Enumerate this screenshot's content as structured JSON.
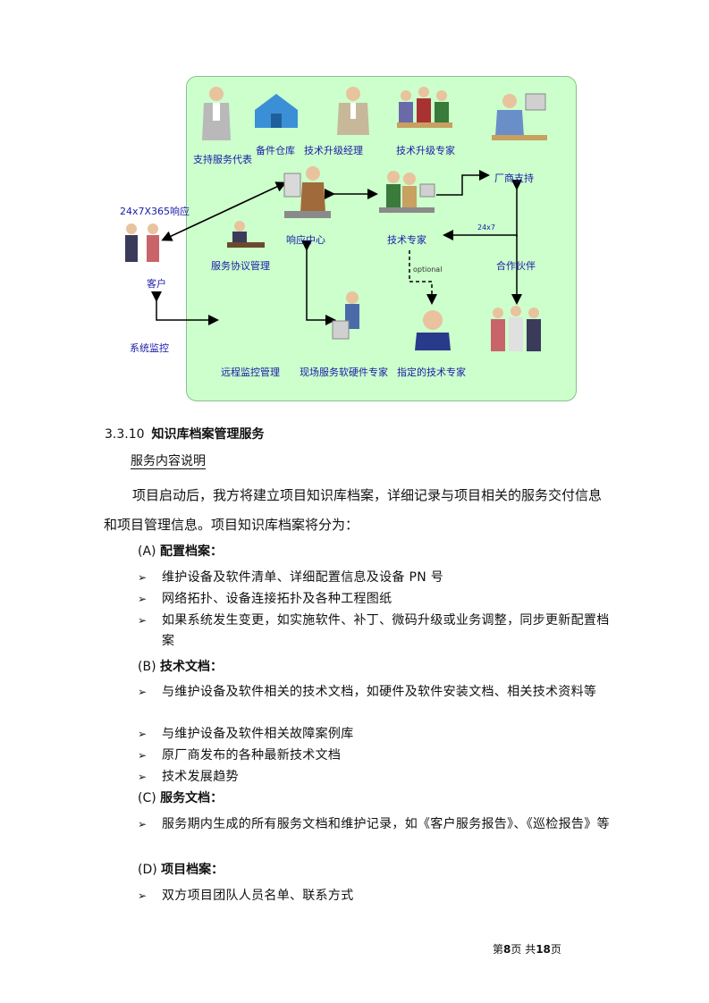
{
  "diagram": {
    "labels": {
      "support_rep": "支持服务代表",
      "spare_warehouse": "备件仓库",
      "upgrade_manager": "技术升级经理",
      "upgrade_expert": "技术升级专家",
      "vendor_support": "厂商支持",
      "response_label": "24x7X365响应",
      "response_center": "响应中心",
      "tech_expert": "技术专家",
      "sla_mgmt": "服务协议管理",
      "customer": "客户",
      "optional": "optional",
      "partner": "合作伙伴",
      "hours_24x7": "24x7",
      "system_monitor": "系统监控",
      "remote_monitor": "远程监控管理",
      "onsite_expert": "现场服务软硬件专家",
      "assigned_expert": "指定的技术专家"
    }
  },
  "section": {
    "number": "3.3.10",
    "title": "知识库档案管理服务",
    "subheading": "服务内容说明",
    "intro": "项目启动后，我方将建立项目知识库档案，详细记录与项目相关的服务交付信息和项目管理信息。项目知识库档案将分为："
  },
  "categories": [
    {
      "tag": "(A)",
      "title": "配置档案：",
      "items": [
        "维护设备及软件清单、详细配置信息及设备 PN 号",
        "网络拓扑、设备连接拓扑及各种工程图纸",
        "如果系统发生变更，如实施软件、补丁、微码升级或业务调整，同步更新配置档案"
      ]
    },
    {
      "tag": "(B)",
      "title": "技术文档：",
      "items": [
        "与维护设备及软件相关的技术文档，如硬件及软件安装文档、相关技术资料等",
        "与维护设备及软件相关故障案例库",
        "原厂商发布的各种最新技术文档",
        "技术发展趋势"
      ]
    },
    {
      "tag": "(C)",
      "title": "服务文档：",
      "items": [
        "服务期内生成的所有服务文档和维护记录，如《客户服务报告》、《巡检报告》等"
      ]
    },
    {
      "tag": "(D)",
      "title": "项目档案：",
      "items": [
        "双方项目团队人员名单、联系方式"
      ]
    }
  ],
  "bullet_symbol": "➢",
  "footer": {
    "pre": "第",
    "page": "8",
    "mid": "页  共",
    "total": "18",
    "post": "页"
  }
}
